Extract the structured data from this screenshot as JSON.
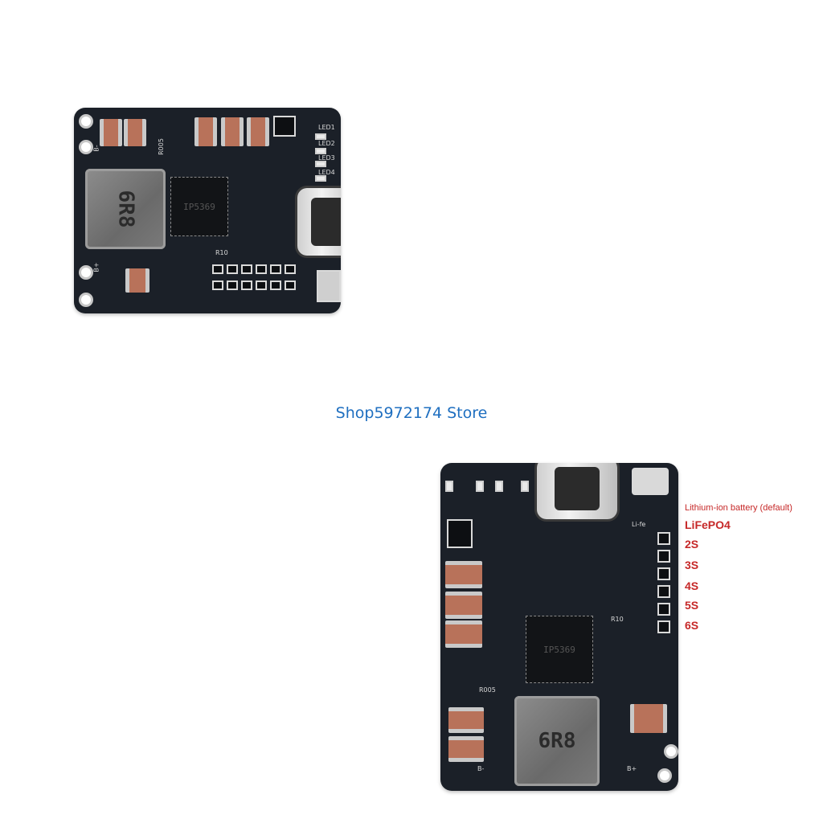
{
  "store_name": "Shop5972174 Store",
  "board_front": {
    "inductor_text": "6R8",
    "labels": {
      "batt_neg": "B-",
      "batt_pos": "B+",
      "resistor": "R005",
      "r10": "R10",
      "led1": "LED1",
      "led2": "LED2",
      "led3": "LED3",
      "led4": "LED4"
    }
  },
  "board_back": {
    "inductor_text": "6R8",
    "labels": {
      "batt_neg": "B-",
      "batt_pos": "B+",
      "resistor": "R005",
      "r10": "R10",
      "li_fe": "Li-fe"
    }
  },
  "battery_options": [
    "Lithium-ion battery (default)",
    "LiFePO4",
    "2S",
    "3S",
    "4S",
    "5S",
    "6S"
  ],
  "colors": {
    "pcb": "#1b2028",
    "store_text": "#1f6fc0",
    "label_red": "#c62828"
  }
}
